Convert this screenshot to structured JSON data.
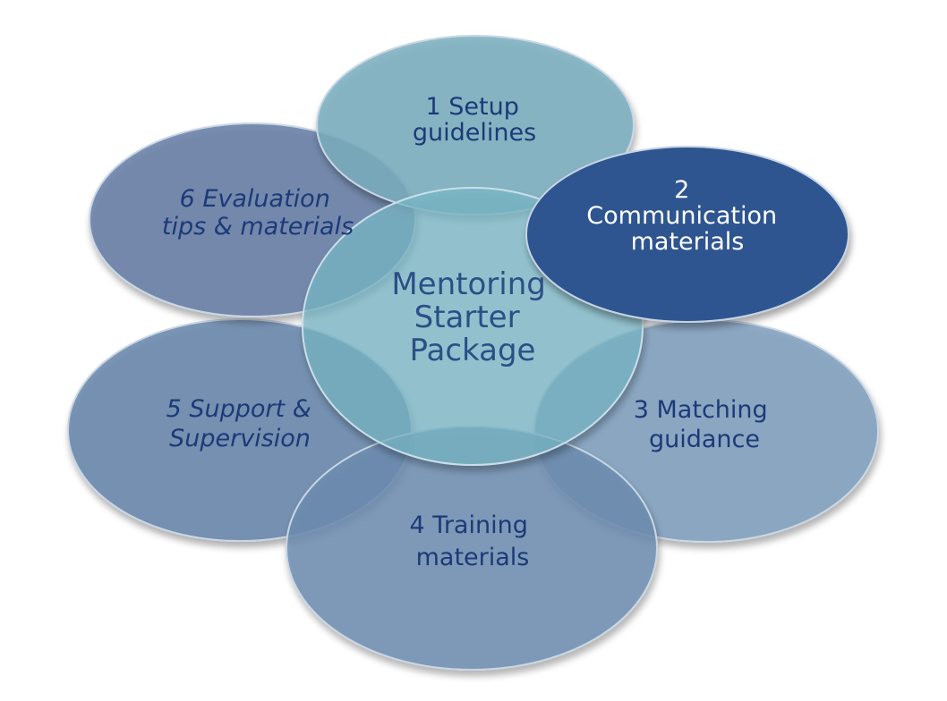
{
  "diagram": {
    "center": {
      "lines": [
        "Mentoring",
        "Starter",
        "Package"
      ]
    },
    "nodes": [
      {
        "id": "setup",
        "lines": [
          "1 Setup",
          "guidelines"
        ]
      },
      {
        "id": "communication",
        "lines": [
          "2",
          "Communication",
          "materials"
        ],
        "highlighted": true
      },
      {
        "id": "matching",
        "lines": [
          "3 Matching",
          "guidance"
        ]
      },
      {
        "id": "training",
        "lines": [
          "4 Training",
          "materials"
        ]
      },
      {
        "id": "support",
        "lines": [
          "5 Support &",
          "Supervision"
        ]
      },
      {
        "id": "evaluation",
        "lines": [
          "6 Evaluation",
          "tips & materials"
        ]
      }
    ],
    "colors": {
      "center_fill": "#7ab9c9",
      "node_fill": "#6f8fb2",
      "node_fill_top": "#7aaebe",
      "highlight_fill": "#2d5590",
      "label_dark": "#1c3a78",
      "label_light": "#ffffff"
    }
  }
}
